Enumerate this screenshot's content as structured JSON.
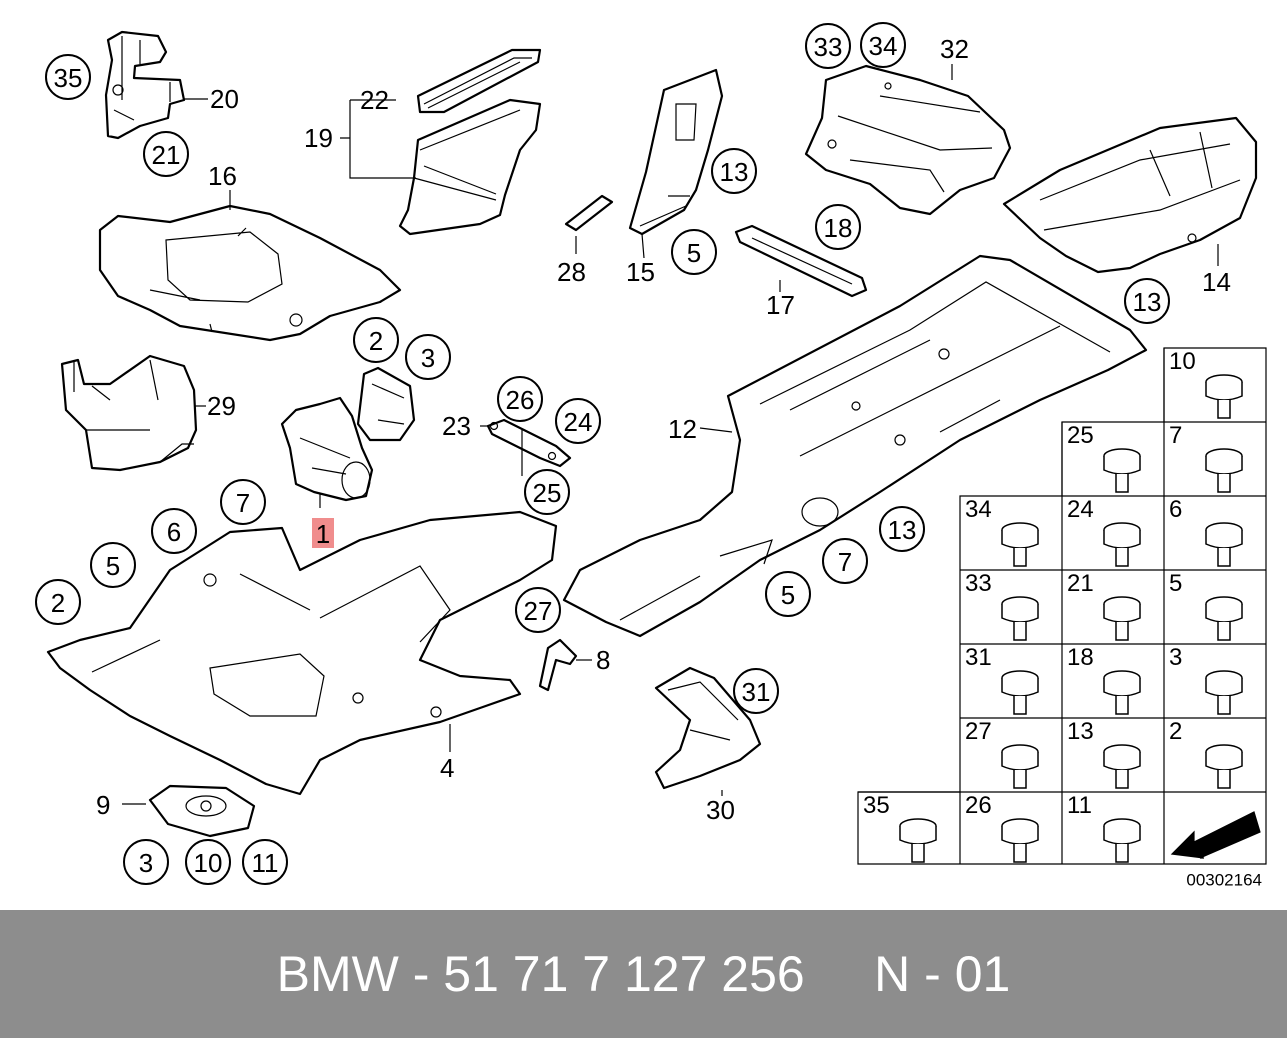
{
  "diagram": {
    "drawing_number": "00302164",
    "highlighted_callout": "1",
    "circled_callouts": [
      "35",
      "21",
      "2",
      "3",
      "7",
      "6",
      "5",
      "2",
      "26",
      "24",
      "25",
      "27",
      "13",
      "5",
      "18",
      "33",
      "34",
      "13",
      "13",
      "5",
      "7",
      "31",
      "3",
      "10",
      "11"
    ],
    "plain_labels": [
      "20",
      "22",
      "19",
      "16",
      "29",
      "23",
      "28",
      "15",
      "17",
      "32",
      "14",
      "12",
      "8",
      "4",
      "9",
      "30"
    ],
    "fastener_table": {
      "cells": [
        "10",
        "25",
        "7",
        "34",
        "24",
        "6",
        "33",
        "21",
        "5",
        "31",
        "18",
        "3",
        "27",
        "13",
        "2",
        "35",
        "26",
        "11"
      ]
    }
  },
  "footer": {
    "text": "BMW - 51 71 7 127 256     N - 01"
  },
  "colors": {
    "footer_bg": "#8d8d8d",
    "footer_text": "#ffffff",
    "highlight": "#f08d8d",
    "line": "#000000"
  },
  "icons": [
    "arrow-icon"
  ]
}
